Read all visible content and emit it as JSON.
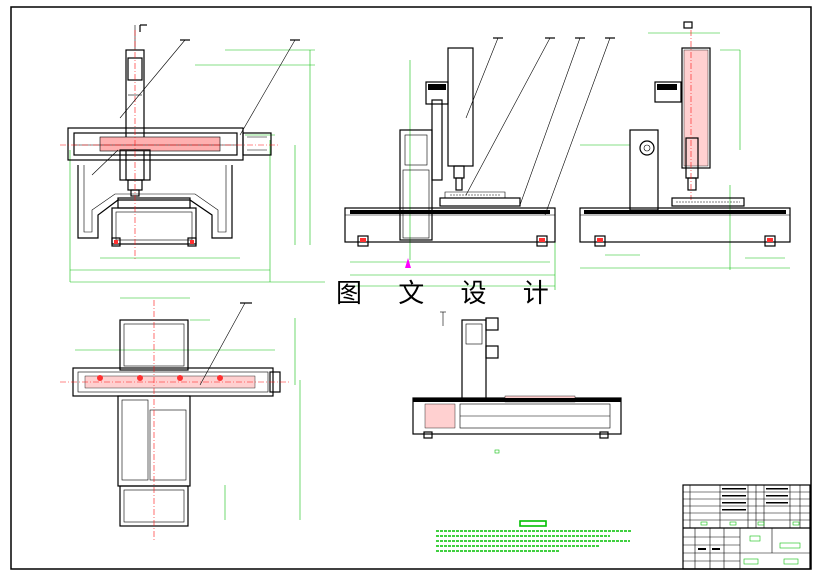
{
  "drawing": {
    "caption": "图 文 设 计",
    "colors": {
      "line": "#000000",
      "dimension": "#10c010",
      "centerline": "#ff1010",
      "marker": "#ff00ff",
      "paper": "#ffffff"
    },
    "views": [
      "front-view",
      "side-view-1",
      "side-view-2",
      "top-view",
      "section-view"
    ],
    "title_block": "title-block"
  }
}
